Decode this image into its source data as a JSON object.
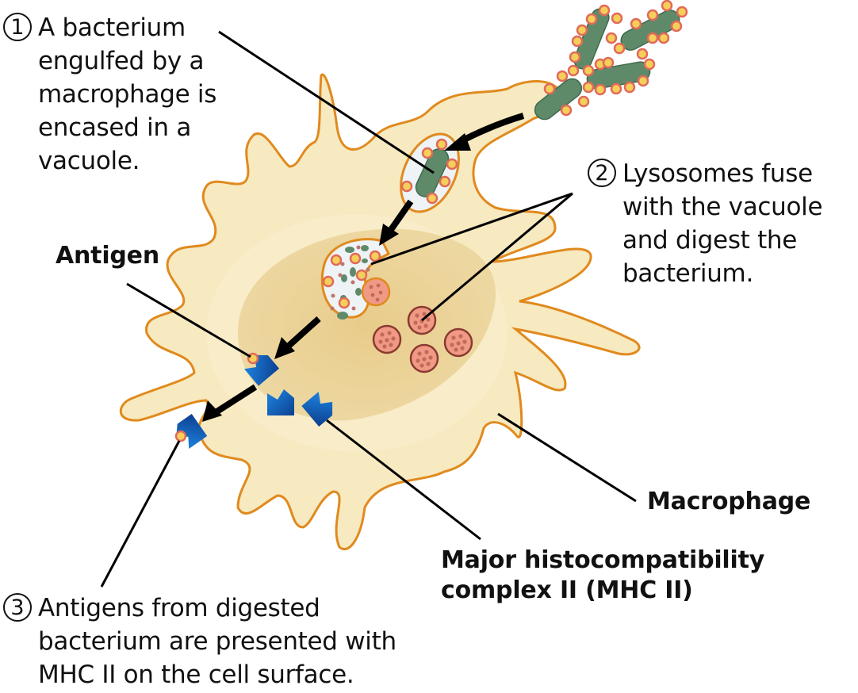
{
  "diagram": {
    "type": "biological-process",
    "subject": "Macrophage antigen presentation via MHC II",
    "colors": {
      "cytoplasm": "#f7e9c0",
      "nucleus_region": "#e9cf8d",
      "membrane": "#e08a1e",
      "bacterium": "#5f8a6a",
      "bacterium_antigen_fill": "#f6cf5a",
      "bacterium_antigen_ring": "#e06a5a",
      "lysosome": "#f09a86",
      "lysosome_edge": "#8a3a30",
      "mhc_ii": "#1565c0",
      "vacuole": "#eef3f6",
      "arrow": "#000000"
    }
  },
  "steps": [
    {
      "number": "1",
      "text": "A bacterium\nengulfed by a\nmacrophage is\nencased in a\nvacuole."
    },
    {
      "number": "2",
      "text": "Lysosomes fuse\nwith the vacuole\nand digest the\nbacterium."
    },
    {
      "number": "3",
      "text": "Antigens from digested\nbacterium are presented with\nMHC II on the cell surface."
    }
  ],
  "labels": {
    "antigen": "Antigen",
    "macrophage": "Macrophage",
    "mhc": "Major histocompatibility\ncomplex II (MHC II)"
  }
}
